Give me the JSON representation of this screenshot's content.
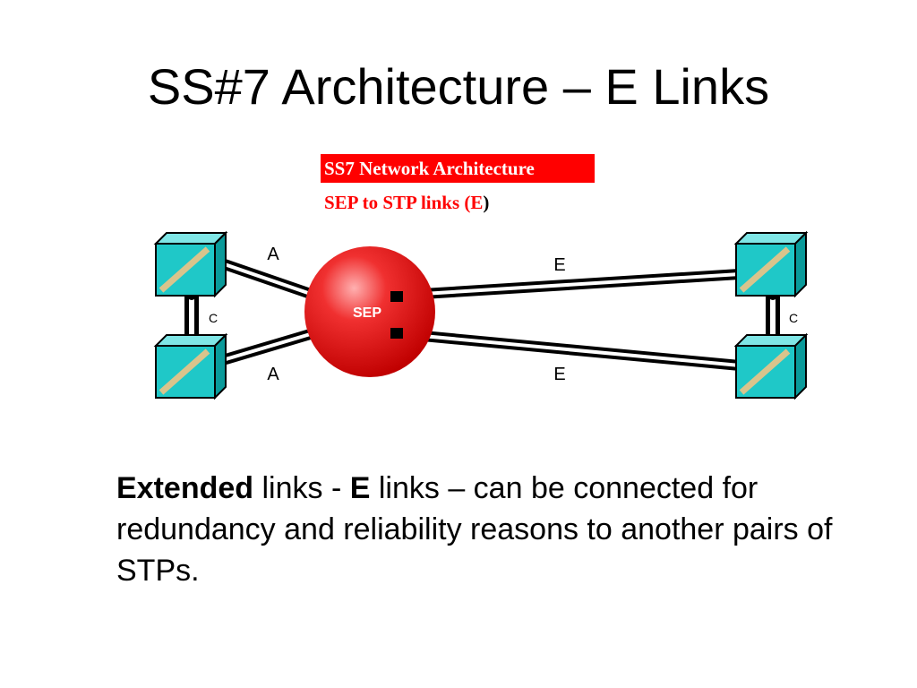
{
  "slide": {
    "title": "SS#7 Architecture – E Links"
  },
  "diagram": {
    "heading": "SS7 Network Architecture",
    "subheading": "SEP to STP links  (E",
    "subheading_close": ")",
    "center_node_label": "SEP",
    "link_labels": {
      "upper_left_a": "A",
      "lower_left_a": "A",
      "left_c": "C",
      "upper_right_e": "E",
      "lower_right_e": "E",
      "right_c": "C"
    },
    "colors": {
      "heading_background": "#ff0000",
      "sep_sphere": "#e81010",
      "stp_cube": "#1fc8c8",
      "stp_diagonal": "#d9c48c",
      "link_border": "#000000",
      "link_fill": "#ffffff"
    },
    "icons": {
      "stp": "stp-cube-icon",
      "sep": "sep-sphere-icon"
    }
  },
  "body": {
    "term": "Extended",
    "text_1": " links - ",
    "letter": "E",
    "text_2": " links – can be connected for redundancy and reliability reasons to another pairs of STPs."
  }
}
